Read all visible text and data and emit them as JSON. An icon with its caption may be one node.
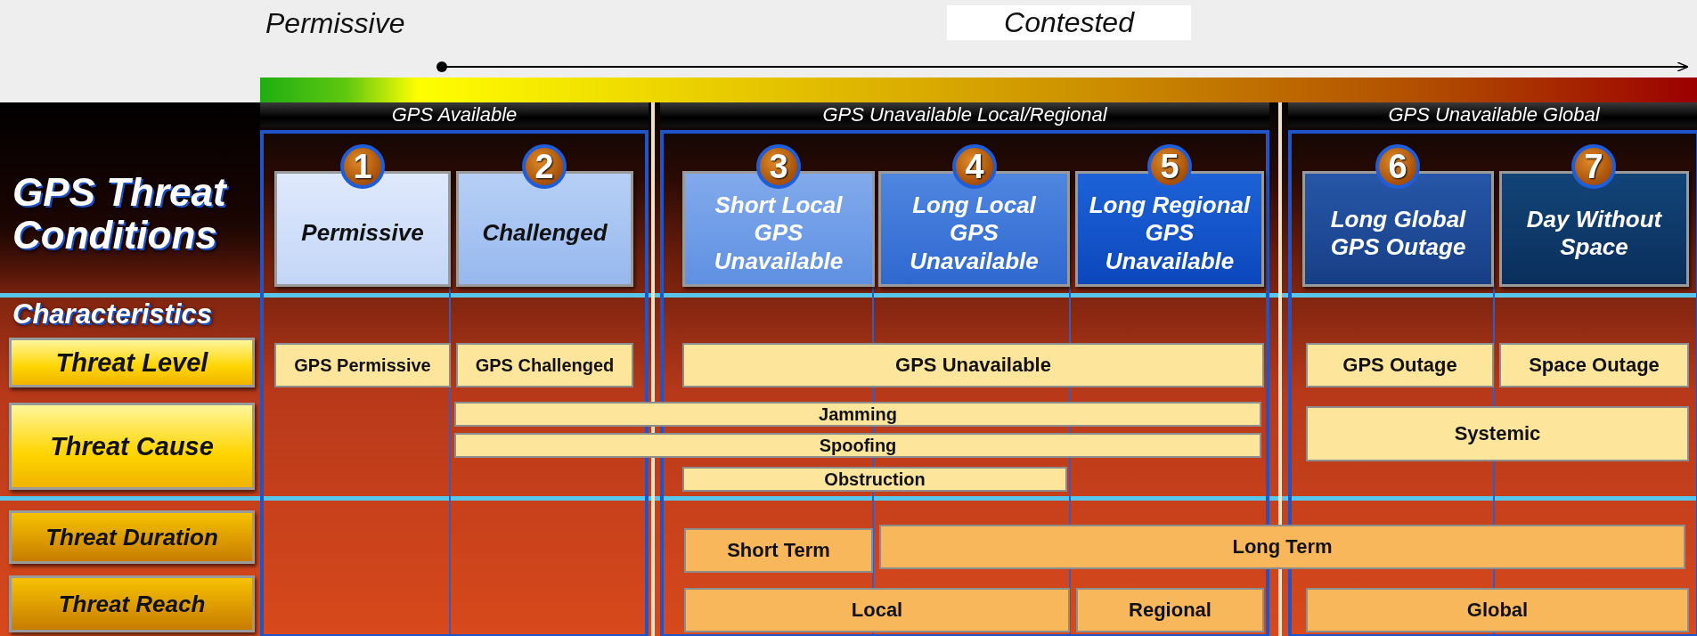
{
  "diagram": {
    "title": "GPS Threat Conditions",
    "nodes": [
      {
        "text": [
          "GPS Available"
        ]
      },
      {
        "text": [
          "1"
        ],
        "in": 0
      },
      {
        "text": [
          "Permissive"
        ],
        "in": 0
      },
      {
        "text": [
          "2"
        ],
        "in": 0
      },
      {
        "text": [
          "Challenged"
        ],
        "in": 0
      },
      {
        "text": [
          "GPS Unavailable Local/Regional"
        ]
      },
      {
        "text": [
          "3"
        ],
        "in": 5
      },
      {
        "text": [
          "Short Local GPS Unavailable"
        ],
        "in": 5
      },
      {
        "text": [
          "4"
        ],
        "in": 5
      },
      {
        "text": [
          "Long Local GPS Unavailable"
        ],
        "in": 5
      },
      {
        "text": [
          "5"
        ],
        "in": 5
      },
      {
        "text": [
          "Long Regional GPS Unavailable"
        ],
        "in": 5
      },
      {
        "text": [
          "GPS Unavailable Global"
        ]
      },
      {
        "text": [
          "6"
        ],
        "in": 12
      },
      {
        "text": [
          "Long Global GPS Outage"
        ],
        "in": 12
      },
      {
        "text": [
          "7"
        ],
        "in": 12
      },
      {
        "text": [
          "Day Without Space"
        ],
        "in": 12
      },
      {
        "text": [
          "Threat Level"
        ]
      },
      {
        "text": [
          "GPS Permissive"
        ],
        "in": 0
      },
      {
        "text": [
          "GPS Challenged"
        ],
        "in": 0
      },
      {
        "text": [
          "GPS Unavailable"
        ],
        "in": 5
      },
      {
        "text": [
          "GPS Outage"
        ],
        "in": 12
      },
      {
        "text": [
          "Space Outage"
        ],
        "in": 12
      },
      {
        "text": [
          "Threat Cause"
        ]
      },
      {
        "text": [
          "Jamming"
        ]
      },
      {
        "text": [
          "Systemic"
        ],
        "in": 12
      },
      {
        "text": [
          "Spoofing"
        ]
      },
      {
        "text": [
          "Obstruction"
        ],
        "in": 5
      },
      {
        "text": [
          "Threat Duration"
        ]
      },
      {
        "text": [
          "Short Term"
        ],
        "in": 5
      },
      {
        "text": [
          "Long Term"
        ]
      },
      {
        "text": [
          "Threat Reach"
        ]
      },
      {
        "text": [
          "Local"
        ],
        "in": 5
      },
      {
        "text": [
          "Regional"
        ],
        "in": 5
      },
      {
        "text": [
          "Global"
        ],
        "in": 12
      }
    ],
    "labels": [
      "Permissive",
      "Contested",
      "Characteristics"
    ]
  }
}
